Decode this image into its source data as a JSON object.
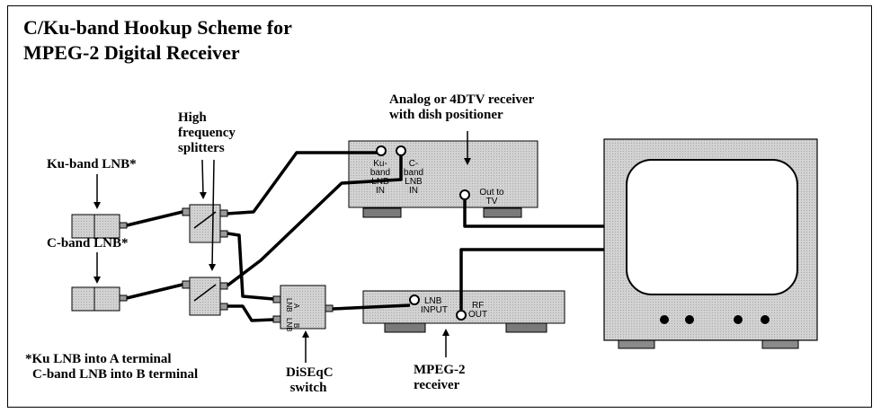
{
  "title": {
    "line1": "C/Ku-band Hookup Scheme for",
    "line2": "MPEG-2 Digital Receiver"
  },
  "labels": {
    "ku_lnb": "Ku-band LNB*",
    "c_lnb": "C-band LNB*",
    "splitters": [
      "High",
      "frequency",
      "splitters"
    ],
    "analog_receiver": [
      "Analog or 4DTV receiver",
      "with dish positioner"
    ],
    "diseqc": [
      "DiSEqC",
      "switch"
    ],
    "mpeg2": [
      "MPEG-2",
      "receiver"
    ],
    "footnote": [
      "*Ku LNB into A terminal",
      "C-band LNB into B terminal"
    ]
  },
  "ports": {
    "ku_band_lnb_in": [
      "Ku-",
      "band",
      "LNB",
      "IN"
    ],
    "c_band_lnb_in": [
      "C-",
      "band",
      "LNB",
      "IN"
    ],
    "out_to_tv": [
      "Out to",
      "TV"
    ],
    "lnb_input": [
      "LNB",
      "INPUT"
    ],
    "rf_out": [
      "RF",
      "OUT"
    ],
    "switch_a": [
      "LNB",
      "A"
    ],
    "switch_b": [
      "LNB",
      "B"
    ]
  },
  "colors": {
    "device_fill": "#cfcfcf",
    "foot_fill": "#8a8a8a",
    "tv_fill": "#d6d6d6",
    "cable": "#000000"
  }
}
